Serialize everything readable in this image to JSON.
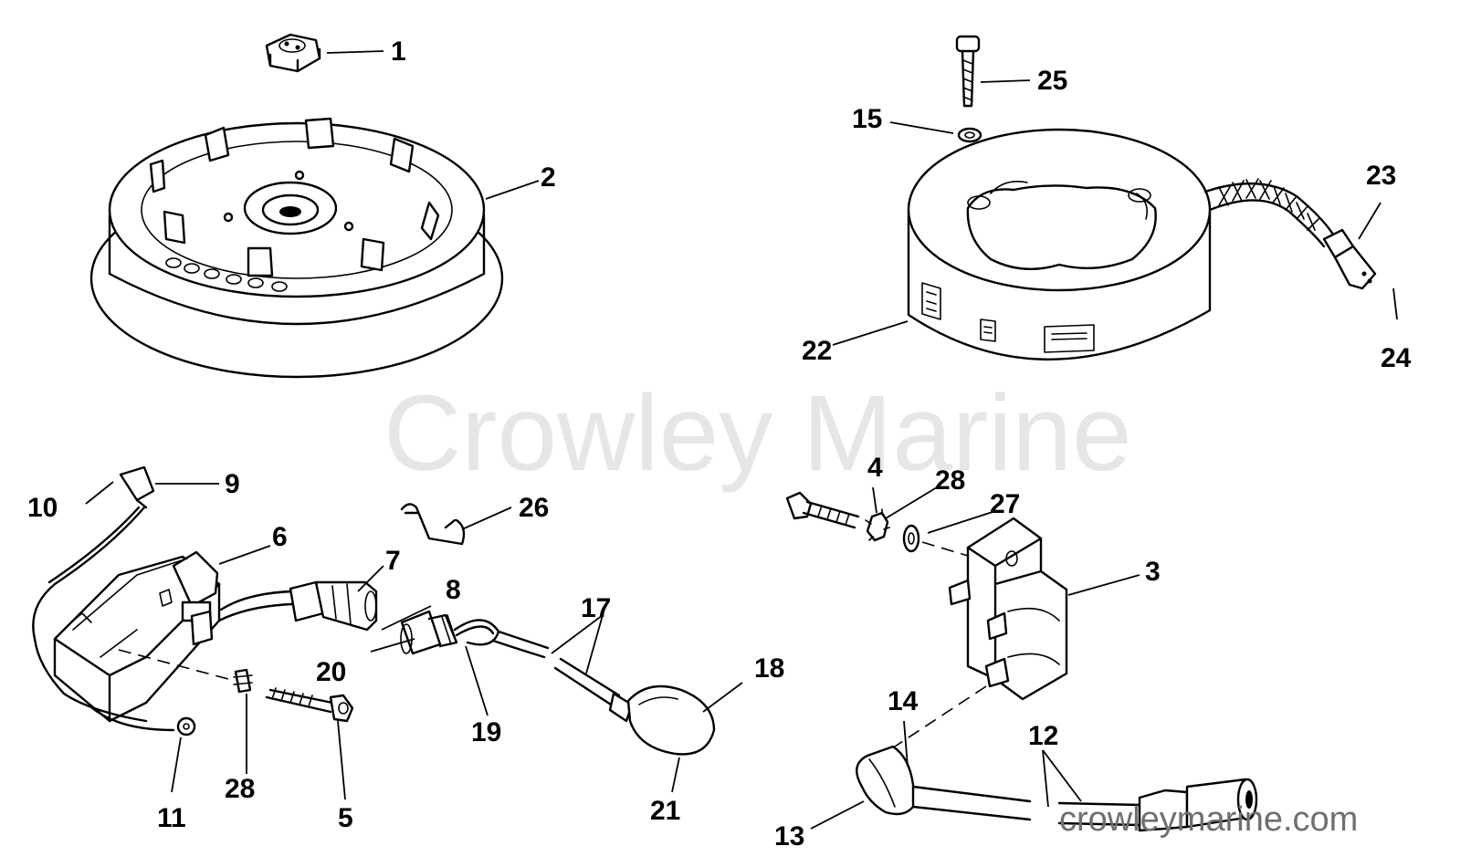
{
  "watermark": "Crowley Marine",
  "site_url": "crowleymarine.com",
  "labels": {
    "l1": "1",
    "l2": "2",
    "l3": "3",
    "l4": "4",
    "l5": "5",
    "l6": "6",
    "l7": "7",
    "l8": "8",
    "l9": "9",
    "l10": "10",
    "l11": "11",
    "l12": "12",
    "l13": "13",
    "l14": "14",
    "l15": "15",
    "l17": "17",
    "l18": "18",
    "l19": "19",
    "l20": "20",
    "l21": "21",
    "l22": "22",
    "l23": "23",
    "l24": "24",
    "l25": "25",
    "l26": "26",
    "l27": "27",
    "l28a": "28",
    "l28b": "28"
  }
}
